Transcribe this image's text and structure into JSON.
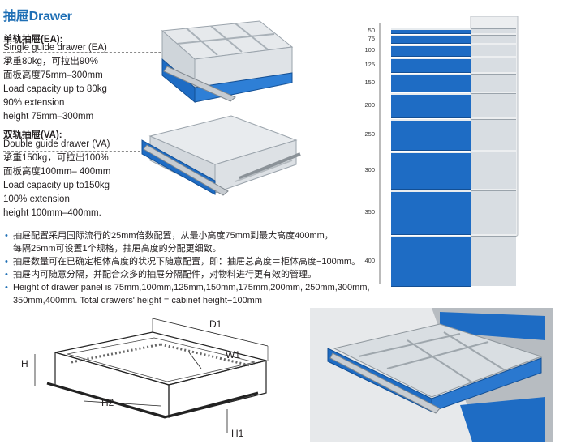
{
  "title": "抽屉Drawer",
  "single_guide": {
    "heading": "单轨抽屉(EA):",
    "lines": [
      "Single guide drawer (EA)",
      "承重80kg，可拉出90%",
      "面板高度75mm–300mm",
      "Load capacity up to 80kg",
      "90% extension",
      "height 75mm–300mm"
    ]
  },
  "double_guide": {
    "heading": "双轨抽屉(VA):",
    "lines": [
      "Double guide drawer  (VA)",
      "承重150kg，可拉出100%",
      "面板高度100mm– 400mm",
      "Load capacity up to150kg",
      "100% extension",
      "height 100mm–400mm."
    ]
  },
  "bullets": [
    {
      "line1": "抽屉配置采用国际流行的25mm倍数配置，从最小高度75mm到最大高度400mm，",
      "line2": "每隔25mm可设置1个规格，抽屉高度的分配更细致。"
    },
    {
      "line1": "抽屉数量可在已确定柜体高度的状况下随意配置，即：抽屉总高度＝柜体高度−100mm。",
      "line2": ""
    },
    {
      "line1": "抽屉内可随意分隔，并配合众多的抽屉分隔配件，对物料进行更有效的管理。",
      "line2": ""
    },
    {
      "line1": "Height of drawer panel is 75mm,100mm,125mm,150mm,175mm,200mm, 250mm,300mm,",
      "line2": "350mm,400mm. Total drawers' height = cabinet height−100mm"
    }
  ],
  "cabinet_heights": [
    "50",
    "75",
    "100",
    "125",
    "150",
    "200",
    "250",
    "300",
    "350",
    "400"
  ],
  "dimension_labels": {
    "d1": "D1",
    "w1": "W1",
    "h": "H",
    "h2": "H2",
    "h1": "H1"
  },
  "colors": {
    "brand_blue": "#1f6fb5",
    "drawer_blue": "#1e6cc4",
    "metal_grey": "#d8dde2"
  }
}
